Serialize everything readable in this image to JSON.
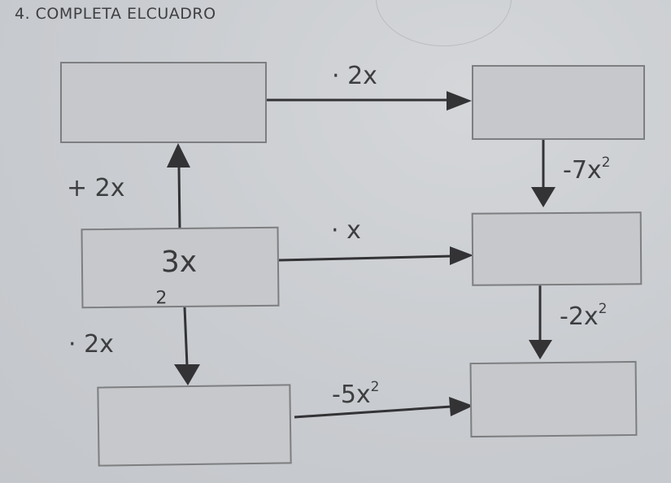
{
  "title": "4. COMPLETA ELCUADRO",
  "boxes": {
    "top_left": {
      "value": ""
    },
    "top_right": {
      "value": ""
    },
    "middle_left": {
      "value": "3x",
      "subscript": "2"
    },
    "middle_right": {
      "value": ""
    },
    "bottom_left": {
      "value": ""
    },
    "bottom_right": {
      "value": ""
    }
  },
  "arrows": {
    "middle_left_to_top_left": {
      "label": "+ 2x"
    },
    "top_left_to_top_right": {
      "label": "· 2x"
    },
    "top_right_to_middle_right": {
      "label_base": "-7x",
      "label_exp": "2"
    },
    "middle_left_to_middle_right": {
      "label": "· x"
    },
    "middle_right_to_bottom_right": {
      "label_base": "-2x",
      "label_exp": "2"
    },
    "middle_left_to_bottom_left": {
      "label": "· 2x"
    },
    "bottom_left_to_bottom_right": {
      "label_base": "-5x",
      "label_exp": "2"
    }
  },
  "colors": {
    "paper": "#c9ccd0",
    "box_fill": "#c6c8cb",
    "box_border": "#7d7e80",
    "ink": "#333336"
  }
}
